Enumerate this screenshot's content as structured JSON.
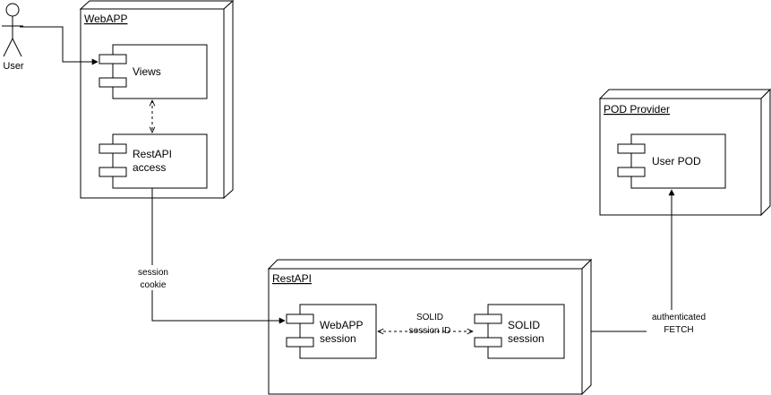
{
  "actor": {
    "label": "User"
  },
  "nodes": {
    "webapp": {
      "title": "WebAPP"
    },
    "restapi": {
      "title": "RestAPI"
    },
    "pod_provider": {
      "title": "POD Provider"
    }
  },
  "components": {
    "views": {
      "line1": "Views"
    },
    "restapi_access": {
      "line1": "RestAPI",
      "line2": "access"
    },
    "webapp_session": {
      "line1": "WebAPP",
      "line2": "session"
    },
    "solid_session": {
      "line1": "SOLID",
      "line2": "session"
    },
    "user_pod": {
      "line1": "User POD"
    }
  },
  "edges": {
    "session_cookie": {
      "line1": "session",
      "line2": "cookie"
    },
    "solid_session_id": {
      "line1": "SOLID",
      "line2": "session ID"
    },
    "authenticated_fetch": {
      "line1": "authenticated",
      "line2": "FETCH"
    }
  },
  "colors": {
    "stroke": "#000000",
    "background": "#ffffff"
  }
}
